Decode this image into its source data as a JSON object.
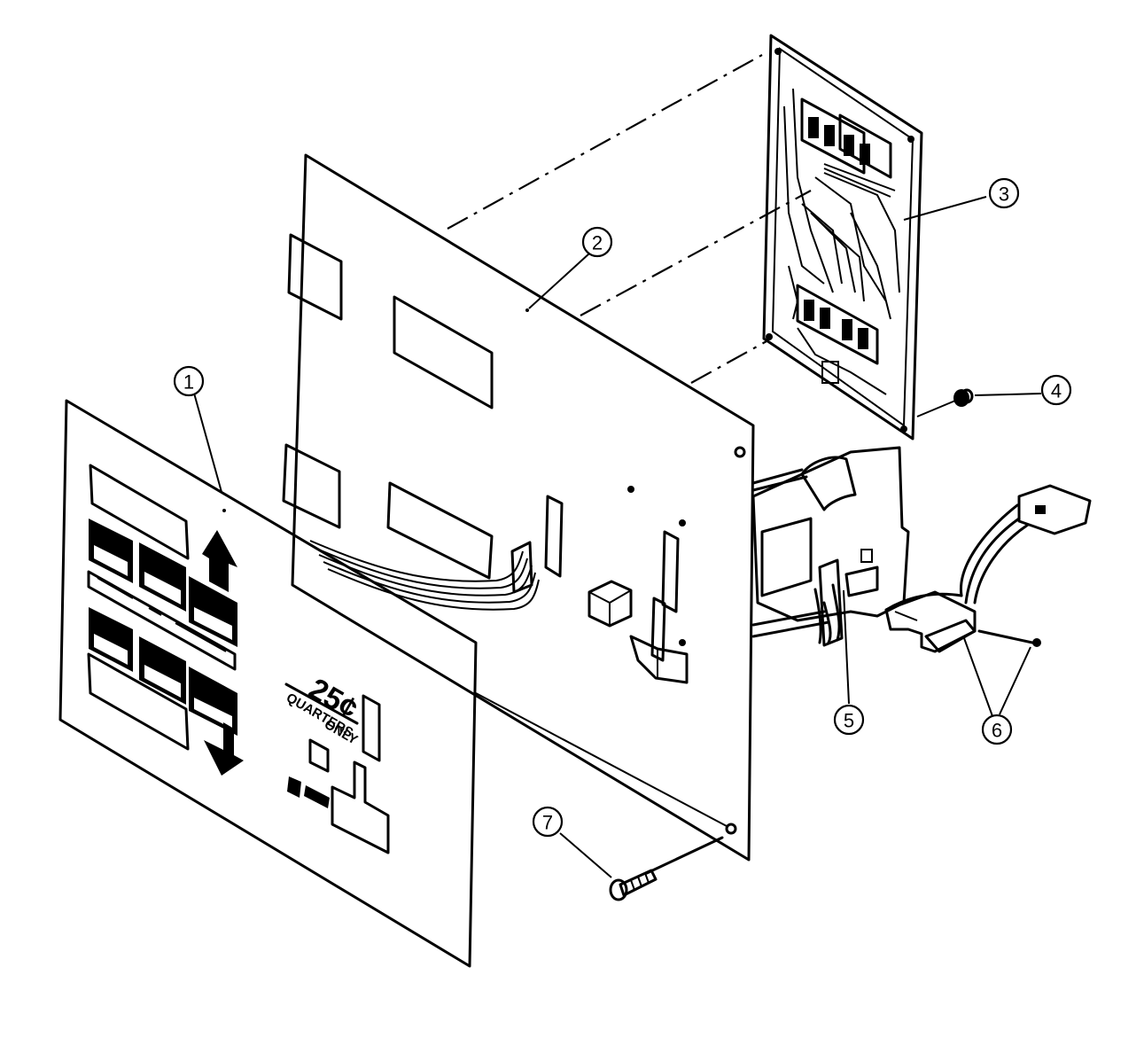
{
  "callouts": [
    {
      "id": "1",
      "label": "1"
    },
    {
      "id": "2",
      "label": "2"
    },
    {
      "id": "3",
      "label": "3"
    },
    {
      "id": "4",
      "label": "4"
    },
    {
      "id": "5",
      "label": "5"
    },
    {
      "id": "6",
      "label": "6"
    },
    {
      "id": "7",
      "label": "7"
    }
  ],
  "panel_text": {
    "price": "25¢",
    "coin_line1": "QUARTERS",
    "coin_line2": "ONLY"
  }
}
